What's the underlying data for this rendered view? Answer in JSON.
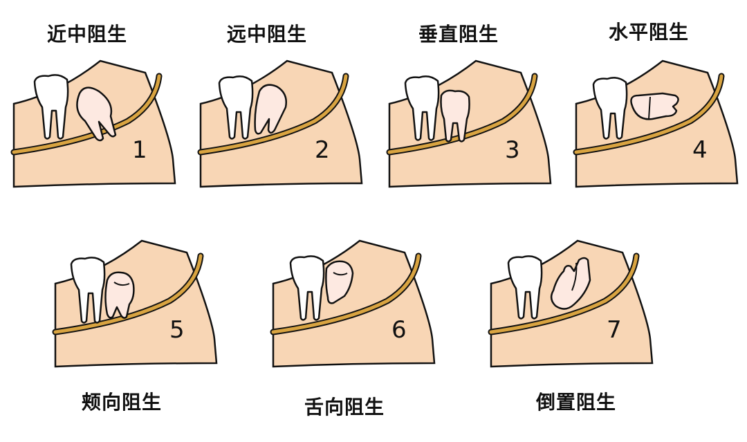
{
  "panels": [
    {
      "label": "近中阻生",
      "number": "1"
    },
    {
      "label": "远中阻生",
      "number": "2"
    },
    {
      "label": "垂直阻生",
      "number": "3"
    },
    {
      "label": "水平阻生",
      "number": "4"
    },
    {
      "label": "颊向阻生",
      "number": "5"
    },
    {
      "label": "舌向阻生",
      "number": "6"
    },
    {
      "label": "倒置阻生",
      "number": "7"
    }
  ],
  "colors": {
    "gum": "#f8d6b5",
    "nerve": "#d9a441",
    "molar": "#ffffff",
    "wisdom_tooth": "#fde9e1",
    "outline": "#111111"
  }
}
